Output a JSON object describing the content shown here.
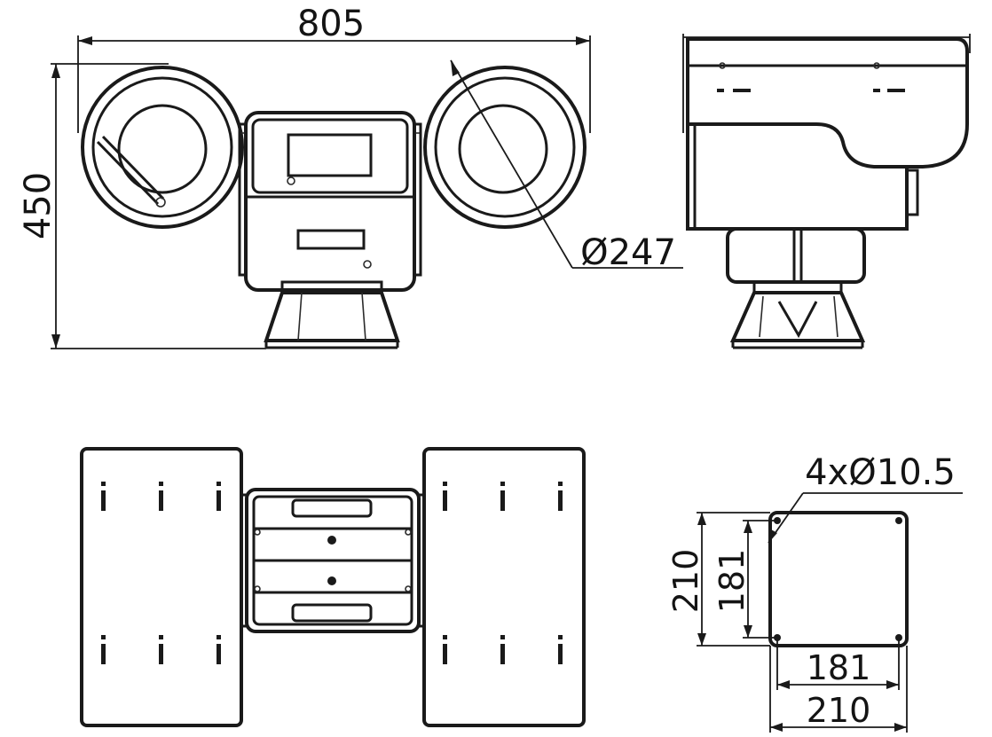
{
  "dimensions": {
    "overall_width": "805",
    "overall_height": "450",
    "window_diameter": "Ø247",
    "mount_holes": "4xØ10.5",
    "base_outer_height": "210",
    "base_inner_height": "181",
    "base_inner_width": "181",
    "base_outer_width": "210"
  }
}
